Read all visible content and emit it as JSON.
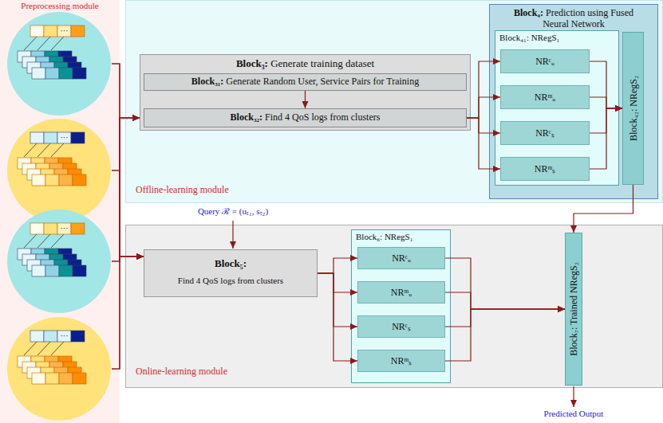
{
  "diagram": {
    "nodes": [
      {
        "text": [
          "Preprocessing module"
        ]
      },
      {
        "text": [
          "···"
        ],
        "in": 0
      },
      {
        "text": [
          "···"
        ],
        "in": 0
      },
      {
        "text": [
          "···"
        ],
        "in": 0
      },
      {
        "text": [
          "···"
        ],
        "in": 0
      },
      {
        "text": [
          "Offline-learning module"
        ]
      },
      {
        "text": [
          "Block₃: Generate training dataset"
        ],
        "in": 5
      },
      {
        "text": [
          "Block₃₁: Generate Random User, Service Pairs for Training"
        ],
        "in": 6
      },
      {
        "text": [
          "Block₃₂: Find 4 QoS logs from clusters"
        ],
        "in": 6
      },
      {
        "text": [
          "Block₄: Prediction using Fused Neural Network"
        ],
        "in": 5
      },
      {
        "text": [
          "Block₄₁: NRegS₁"
        ],
        "in": 9
      },
      {
        "text": [
          "NRᶜᵤ"
        ],
        "in": 10
      },
      {
        "text": [
          "NRᵐᵤ"
        ],
        "in": 10
      },
      {
        "text": [
          "NRᶜₛ"
        ],
        "in": 10
      },
      {
        "text": [
          "NRᵐₛ"
        ],
        "in": 10
      },
      {
        "text": [
          "Block₄₂: NRegS₂"
        ],
        "in": 9
      },
      {
        "text": [
          "Online-learning module"
        ]
      },
      {
        "text": [
          "Block₅:",
          "Find 4 QoS logs from clusters"
        ],
        "in": 16
      },
      {
        "text": [
          "Block₆: NRegS₁"
        ],
        "in": 16
      },
      {
        "text": [
          "NRᶜᵤ"
        ],
        "in": 18
      },
      {
        "text": [
          "NRᵐᵤ"
        ],
        "in": 18
      },
      {
        "text": [
          "NRᶜₛ"
        ],
        "in": 18
      },
      {
        "text": [
          "NRᵐₛ"
        ],
        "in": 18
      },
      {
        "text": [
          "Block₇: Trained NRegS₂"
        ],
        "in": 16
      }
    ],
    "edges": [
      {
        "from": 1,
        "to": 6,
        "arrow": "to"
      },
      {
        "from": 2,
        "to": 6,
        "arrow": "to"
      },
      {
        "from": 3,
        "to": 6,
        "arrow": "to"
      },
      {
        "from": 4,
        "to": 6,
        "arrow": "to"
      },
      {
        "from": 1,
        "to": 17,
        "arrow": "to"
      },
      {
        "from": 2,
        "to": 17,
        "arrow": "to"
      },
      {
        "from": 3,
        "to": 17,
        "arrow": "to"
      },
      {
        "from": 4,
        "to": 17,
        "arrow": "to"
      },
      {
        "from": 7,
        "to": 8,
        "arrow": "to"
      },
      {
        "from": 8,
        "to": 11,
        "arrow": "to"
      },
      {
        "from": 8,
        "to": 12,
        "arrow": "to"
      },
      {
        "from": 8,
        "to": 13,
        "arrow": "to"
      },
      {
        "from": 8,
        "to": 14,
        "arrow": "to"
      },
      {
        "from": 11,
        "to": 15,
        "arrow": "to"
      },
      {
        "from": 12,
        "to": 15,
        "arrow": "to"
      },
      {
        "from": 13,
        "to": 15,
        "arrow": "to"
      },
      {
        "from": 14,
        "to": 15,
        "arrow": "to"
      },
      {
        "from": 15,
        "to": 23,
        "arrow": "to"
      },
      {
        "from": 17,
        "to": 19,
        "arrow": "to"
      },
      {
        "from": 17,
        "to": 20,
        "arrow": "to"
      },
      {
        "from": 17,
        "to": 21,
        "arrow": "to"
      },
      {
        "from": 17,
        "to": 22,
        "arrow": "to"
      },
      {
        "from": 19,
        "to": 23,
        "arrow": "to"
      },
      {
        "from": 20,
        "to": 23,
        "arrow": "to"
      },
      {
        "from": 21,
        "to": 23,
        "arrow": "to"
      },
      {
        "from": 22,
        "to": 23,
        "arrow": "to"
      }
    ],
    "labels": [
      "Query ℛ = (uₜ₁, sₜ₂)",
      "Predicted Output"
    ]
  }
}
